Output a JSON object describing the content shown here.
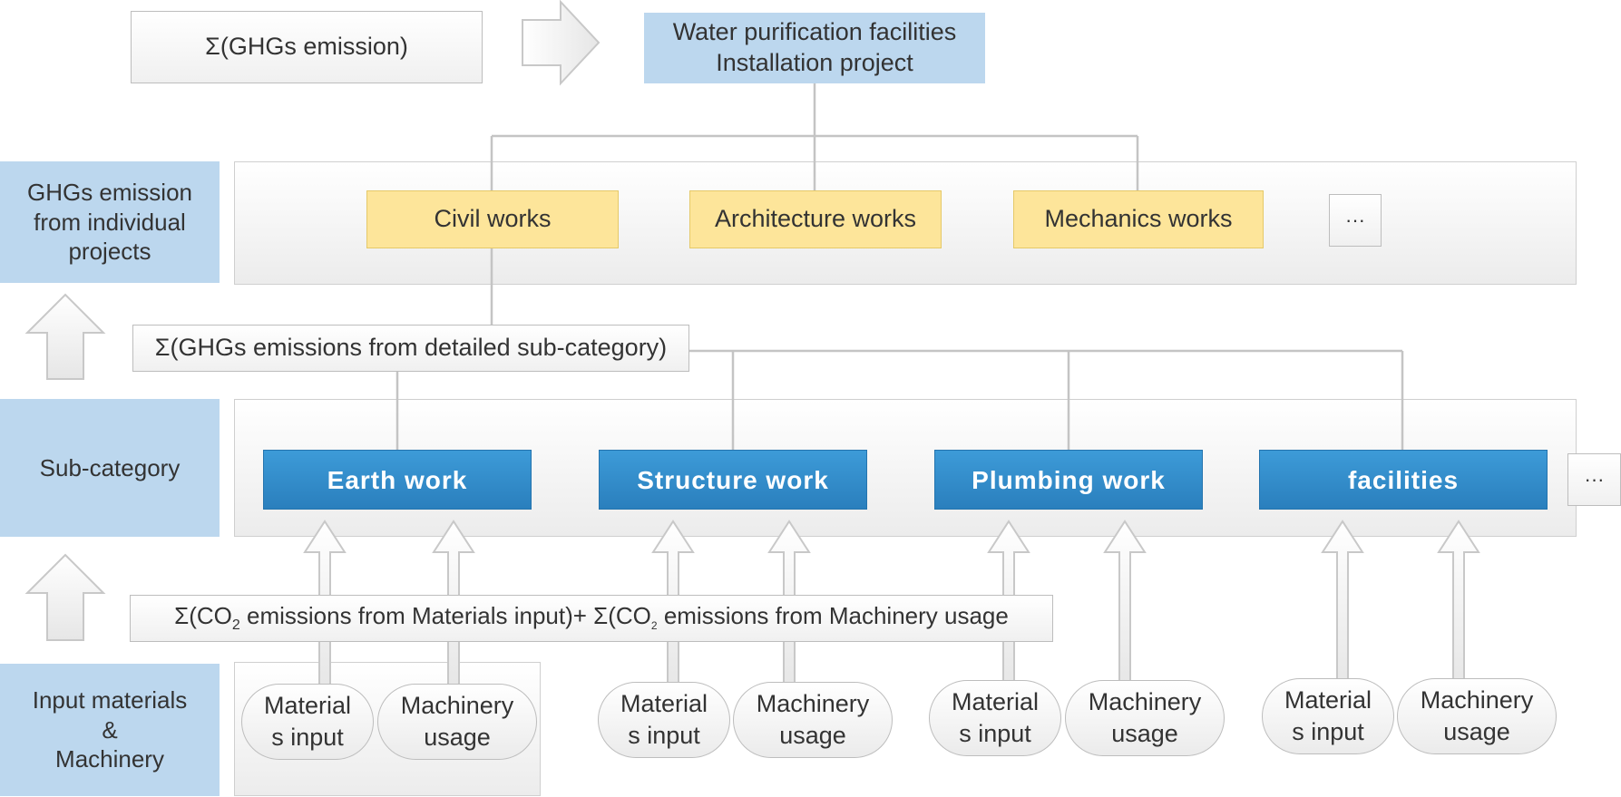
{
  "top": {
    "sum_label": "Σ(GHGs emission)",
    "project": {
      "line1": "Water purification facilities",
      "line2": "Installation project"
    }
  },
  "rows": {
    "individual": {
      "line1": "GHGs emission",
      "line2": "from individual",
      "line3": "projects"
    },
    "subcategory": {
      "text": "Sub-category"
    },
    "inputs": {
      "line1": "Input materials",
      "line2": "&",
      "line3": "Machinery"
    }
  },
  "works": [
    "Civil works",
    "Architecture works",
    "Mechanics works"
  ],
  "works_more": "···",
  "sum_sub": "Σ(GHGs emissions from detailed sub-category)",
  "subcats": [
    "Earth work",
    "Structure work",
    "Plumbing work",
    "facilities"
  ],
  "subcats_more": "···",
  "sum_co2": {
    "part1": "Σ(CO",
    "sub1": "2",
    "part2": " emissions from Materials input)+ Σ(CO",
    "sub2": "2",
    "part3": " emissions from Machinery usage"
  },
  "inputs": {
    "material": {
      "line1": "Material",
      "line2": "s input"
    },
    "machinery": {
      "line1": "Machinery",
      "line2": "usage"
    }
  }
}
